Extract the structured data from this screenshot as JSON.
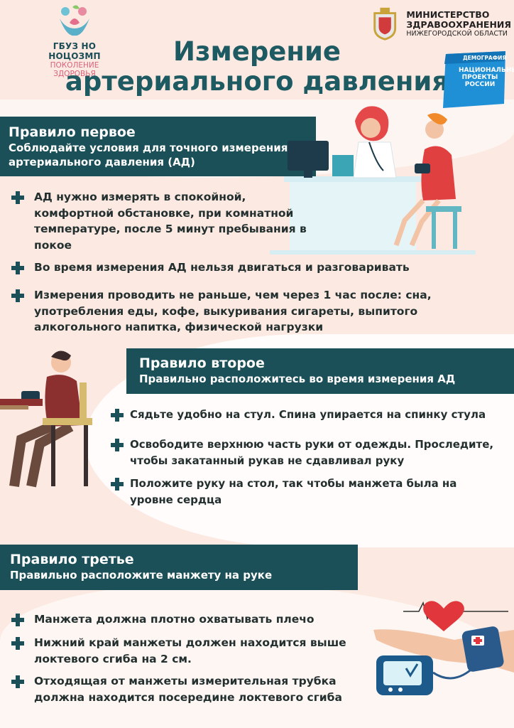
{
  "header": {
    "org_name": "ГБУЗ НО НОЦОЗМП",
    "org_sub": "ПОКОЛЕНИЕ ЗДОРОВЬЯ",
    "ministry_line1": "МИНИСТЕРСТВО",
    "ministry_line2": "ЗДРАВООХРАНЕНИЯ",
    "ministry_region": "НИЖЕГОРОДСКОЙ ОБЛАСТИ",
    "badge_top": "ДЕМОГРАФИЯ",
    "badge_line1": "НАЦИОНАЛЬНЫЕ",
    "badge_line2": "ПРОЕКТЫ",
    "badge_line3": "РОССИИ"
  },
  "title": {
    "line1": "Измерение",
    "line2": "артериального давления"
  },
  "rule1": {
    "heading": "Правило первое",
    "subtitle_line1": "Соблюдайте условия для точного измерения",
    "subtitle_line2": "артериального давления (АД)",
    "items": [
      [
        "АД нужно измерять в спокойной,",
        "комфортной обстановке, при комнатной",
        "температуре, после 5 минут пребывания в",
        "покое"
      ],
      [
        "Во время измерения АД нельзя двигаться и разговаривать"
      ],
      [
        "Измерения проводить не раньше, чем через 1 час после: сна,",
        "употребления еды, кофе, выкуривания сигареты, выпитого",
        "алкогольного напитка, физической нагрузки"
      ]
    ]
  },
  "rule2": {
    "heading": "Правило второе",
    "subtitle": "Правильно расположитесь во время измерения АД",
    "items": [
      [
        "Сядьте удобно на стул. Спина упирается на спинку стула"
      ],
      [
        "Освободите верхнюю часть руки от одежды. Проследите,",
        "чтобы закатанный рукав не сдавливал руку"
      ],
      [
        "Положите руку на стол, так чтобы манжета была на",
        "уровне сердца"
      ]
    ]
  },
  "rule3": {
    "heading": "Правило третье",
    "subtitle": "Правильно расположите манжету на руке",
    "items": [
      [
        "Манжета должна плотно охватывать плечо"
      ],
      [
        "Нижний край манжеты должен находится выше",
        "локтевого сгиба на 2 см."
      ],
      [
        "Отходящая от манжеты измерительная трубка",
        "должна находится посередине локтевого сгиба"
      ]
    ]
  },
  "colors": {
    "teal": "#1b5058",
    "title": "#1d5a62",
    "background": "#fbe9e2",
    "accent_red": "#e0363c",
    "accent_pink": "#d9627a"
  }
}
